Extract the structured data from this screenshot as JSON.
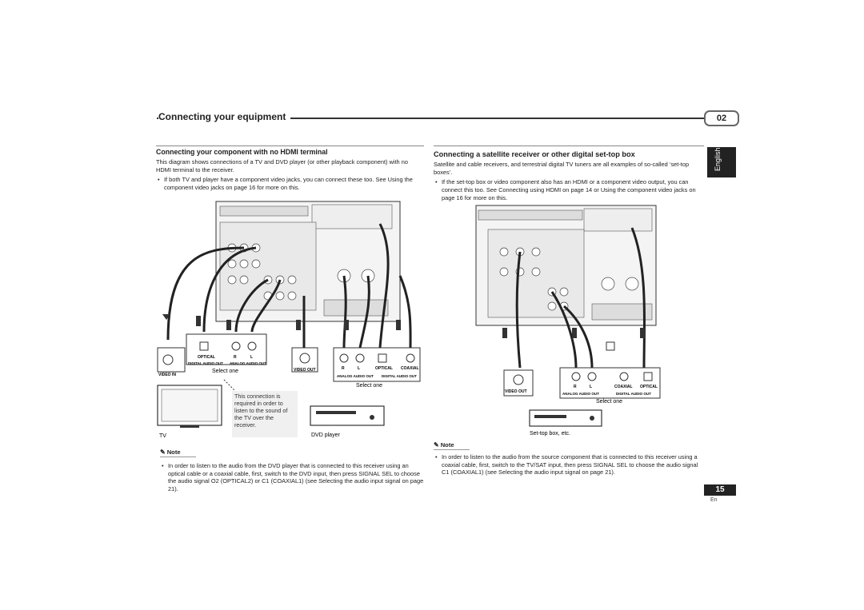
{
  "header": {
    "title": "Connecting your equipment",
    "chapter": "02",
    "language_tab": "English"
  },
  "left": {
    "heading": "Connecting your component with no HDMI terminal",
    "intro": "This diagram shows connections of a TV and DVD player (or other playback component) with no HDMI terminal to the receiver.",
    "bullet": "If both TV and player have a component video jacks, you can connect these too. See Using the component video jacks on page 16 for more on this.",
    "diagram": {
      "tv_label": "TV",
      "dvd_label": "DVD player",
      "callout": "This connection is required in order to listen to the sound of the TV over the receiver.",
      "select_one_a": "Select one",
      "select_one_b": "Select one",
      "video_in": "VIDEO IN",
      "video_out": "VIDEO OUT",
      "optical": "OPTICAL",
      "digital_audio_out": "DIGITAL AUDIO OUT",
      "analog_audio_out": "ANALOG AUDIO OUT",
      "r": "R",
      "l": "L",
      "coaxial": "COAXIAL"
    },
    "note_title": "Note",
    "note_text": "In order to listen to the audio from the DVD player that is connected to this receiver using an optical cable or a coaxial cable, first, switch to the DVD input, then press SIGNAL SEL to choose the audio signal O2 (OPTICAL2) or C1 (COAXIAL1) (see Selecting the audio input signal on page 21)."
  },
  "right": {
    "heading": "Connecting a satellite receiver or other digital set-top box",
    "intro": "Satellite and cable receivers, and terrestrial digital TV tuners are all examples of so-called ‘set-top boxes’.",
    "bullet": "If the set-top box or video component also has an HDMI or a component video output, you can connect this too. See Connecting using HDMI on page 14 or Using the component video jacks on page 16 for more on this.",
    "diagram": {
      "stb_label": "Set-top box, etc.",
      "select_one": "Select one",
      "video_out": "VIDEO OUT",
      "analog_audio_out": "ANALOG AUDIO OUT",
      "digital_audio_out": "DIGITAL AUDIO OUT",
      "r": "R",
      "l": "L",
      "coaxial": "COAXIAL",
      "optical": "OPTICAL"
    },
    "note_title": "Note",
    "note_text": "In order to listen to the audio from the source component that is connected to this receiver using a coaxial cable, first, switch to the TV/SAT input, then press SIGNAL SEL to choose the audio signal C1 (COAXIAL1) (see Selecting the audio input signal on page 21)."
  },
  "footer": {
    "page_number": "15",
    "page_lang": "En"
  }
}
